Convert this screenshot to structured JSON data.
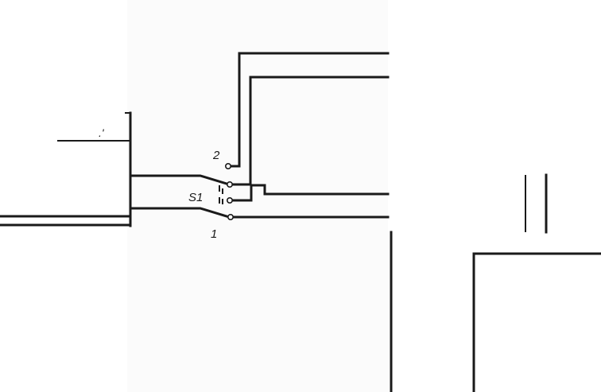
{
  "diagram": {
    "switch": {
      "designator": "S1",
      "terminal_top": "2",
      "terminal_bottom": "1"
    },
    "mark_left": ".'"
  }
}
